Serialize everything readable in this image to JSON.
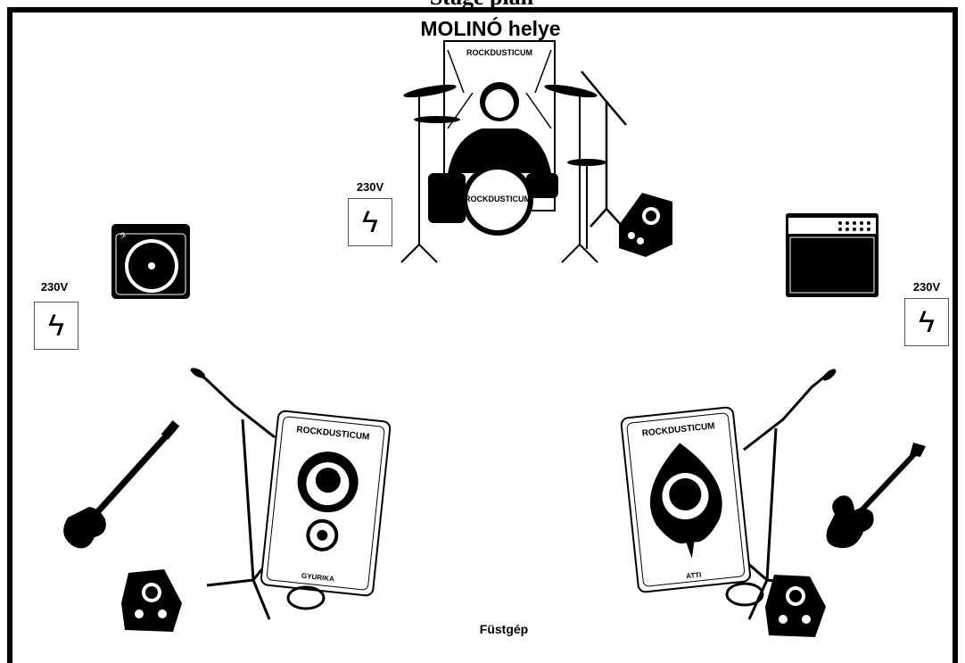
{
  "header_text": "Stage plan",
  "banner_label": "MOLINÓ helye",
  "power": {
    "drums": "230V",
    "left": "230V",
    "right": "230V",
    "bolt_glyph": "ϟ"
  },
  "smoke_label": "Füstgép",
  "band_logo": "ROCKDUSTICUM",
  "cards": {
    "left_name": "GYURIKA",
    "right_name": "ATTI"
  },
  "colors": {
    "ink": "#000000",
    "paper": "#ffffff"
  }
}
